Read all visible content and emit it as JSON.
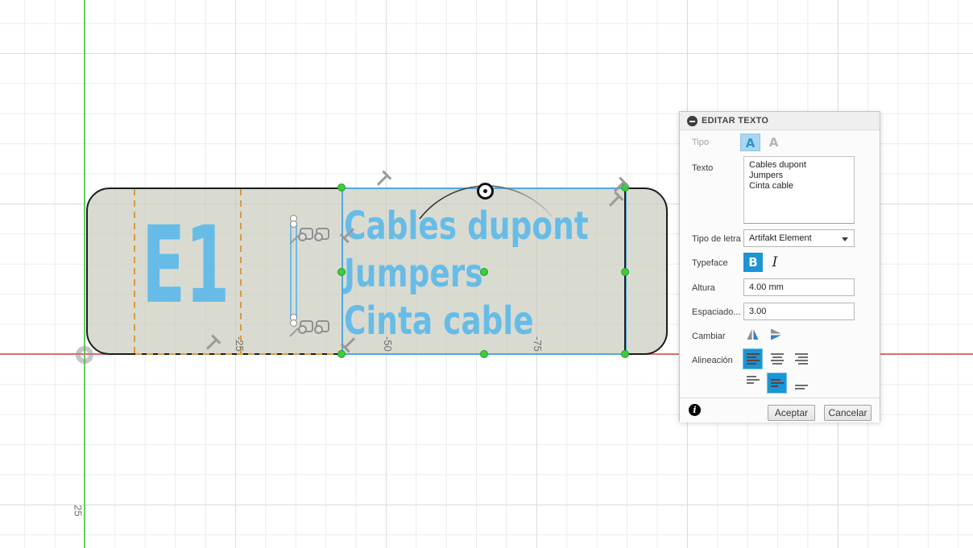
{
  "dialog": {
    "title": "EDITAR TEXTO",
    "rows": {
      "tipo": {
        "label": "Tipo",
        "option_text": "A",
        "option_path": "A"
      },
      "texto": {
        "label": "Texto",
        "value": "Cables dupont\nJumpers\nCinta cable"
      },
      "letra": {
        "label": "Tipo de letra",
        "value": "Artifakt Element"
      },
      "typeface": {
        "label": "Typeface",
        "bold": "B",
        "italic": "I"
      },
      "altura": {
        "label": "Altura",
        "value": "4.00 mm"
      },
      "espaciado": {
        "label": "Espaciado...",
        "value": "3.00"
      },
      "cambiar": {
        "label": "Cambiar"
      },
      "alineacion": {
        "label": "Alineación"
      }
    },
    "footer": {
      "info": "i",
      "accept": "Aceptar",
      "cancel": "Cancelar"
    }
  },
  "canvas": {
    "big_label": "E1",
    "text_block": "Cables dupont\nJumpers\nCinta cable",
    "dim_label_25": "-25",
    "dim_label_50": "-50",
    "dim_label_75": "-75",
    "axis_label_25": "25"
  },
  "colors": {
    "accent_blue": "#1b95d3",
    "sketch_text_blue": "#67bce7",
    "selection_blue": "#54a7e2",
    "handle_green": "#3ecb3e",
    "construction_orange": "#d89a44",
    "axis_green": "#5fce5f",
    "axis_red": "#e06c6c",
    "sketch_fill": "#cbceC0"
  }
}
